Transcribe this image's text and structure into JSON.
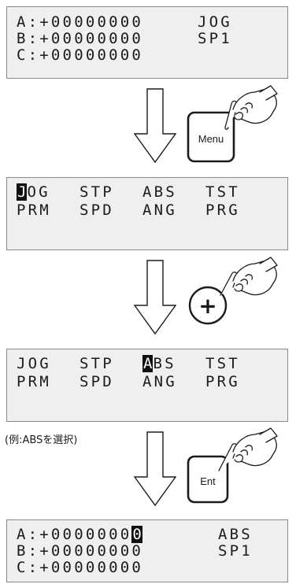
{
  "panel1": {
    "row_a": "A:+00000000",
    "row_a_mode": "JOG",
    "row_b": "B:+00000000",
    "row_b_mode": "SP1",
    "row_c": "C:+00000000"
  },
  "step1": {
    "key": "Menu"
  },
  "panel2": {
    "row1": {
      "item1_cursor": "J",
      "item1_rest": "OG",
      "item2": "STP",
      "item3": "ABS",
      "item4": "TST"
    },
    "row2": {
      "item1": "PRM",
      "item2": "SPD",
      "item3": "ANG",
      "item4": "PRG"
    }
  },
  "step2": {
    "key": "+"
  },
  "panel3": {
    "row1": {
      "item1": "JOG",
      "item2": "STP",
      "item3_cursor": "A",
      "item3_rest": "BS",
      "item4": "TST"
    },
    "row2": {
      "item1": "PRM",
      "item2": "SPD",
      "item3": "ANG",
      "item4": "PRG"
    }
  },
  "step3": {
    "caption": "(例:ABSを選択)",
    "key": "Ent"
  },
  "panel4": {
    "row_a_prefix": "A:+0000000",
    "row_a_cursor": "0",
    "row_a_mode": "ABS",
    "row_b": "B:+00000000",
    "row_b_mode": "SP1",
    "row_c": "C:+00000000"
  }
}
